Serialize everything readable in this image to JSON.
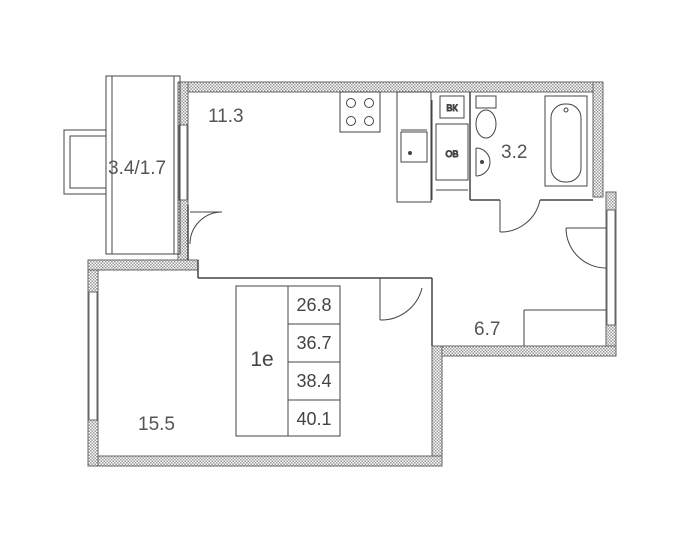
{
  "rooms": {
    "kitchen_area": "11.3",
    "bathroom_area": "3.2",
    "balcony_area": "3.4/1.7",
    "hall_area": "6.7",
    "bedroom_area": "15.5"
  },
  "fixtures": {
    "boiler_label": "ВК",
    "washer_label": "ОВ"
  },
  "summary": {
    "apartment_type": "1е",
    "areas": [
      "26.8",
      "36.7",
      "38.4",
      "40.1"
    ]
  },
  "colors": {
    "wall_hatch": "#aaaaaa",
    "wall_outline": "#666666",
    "line": "#444444"
  }
}
